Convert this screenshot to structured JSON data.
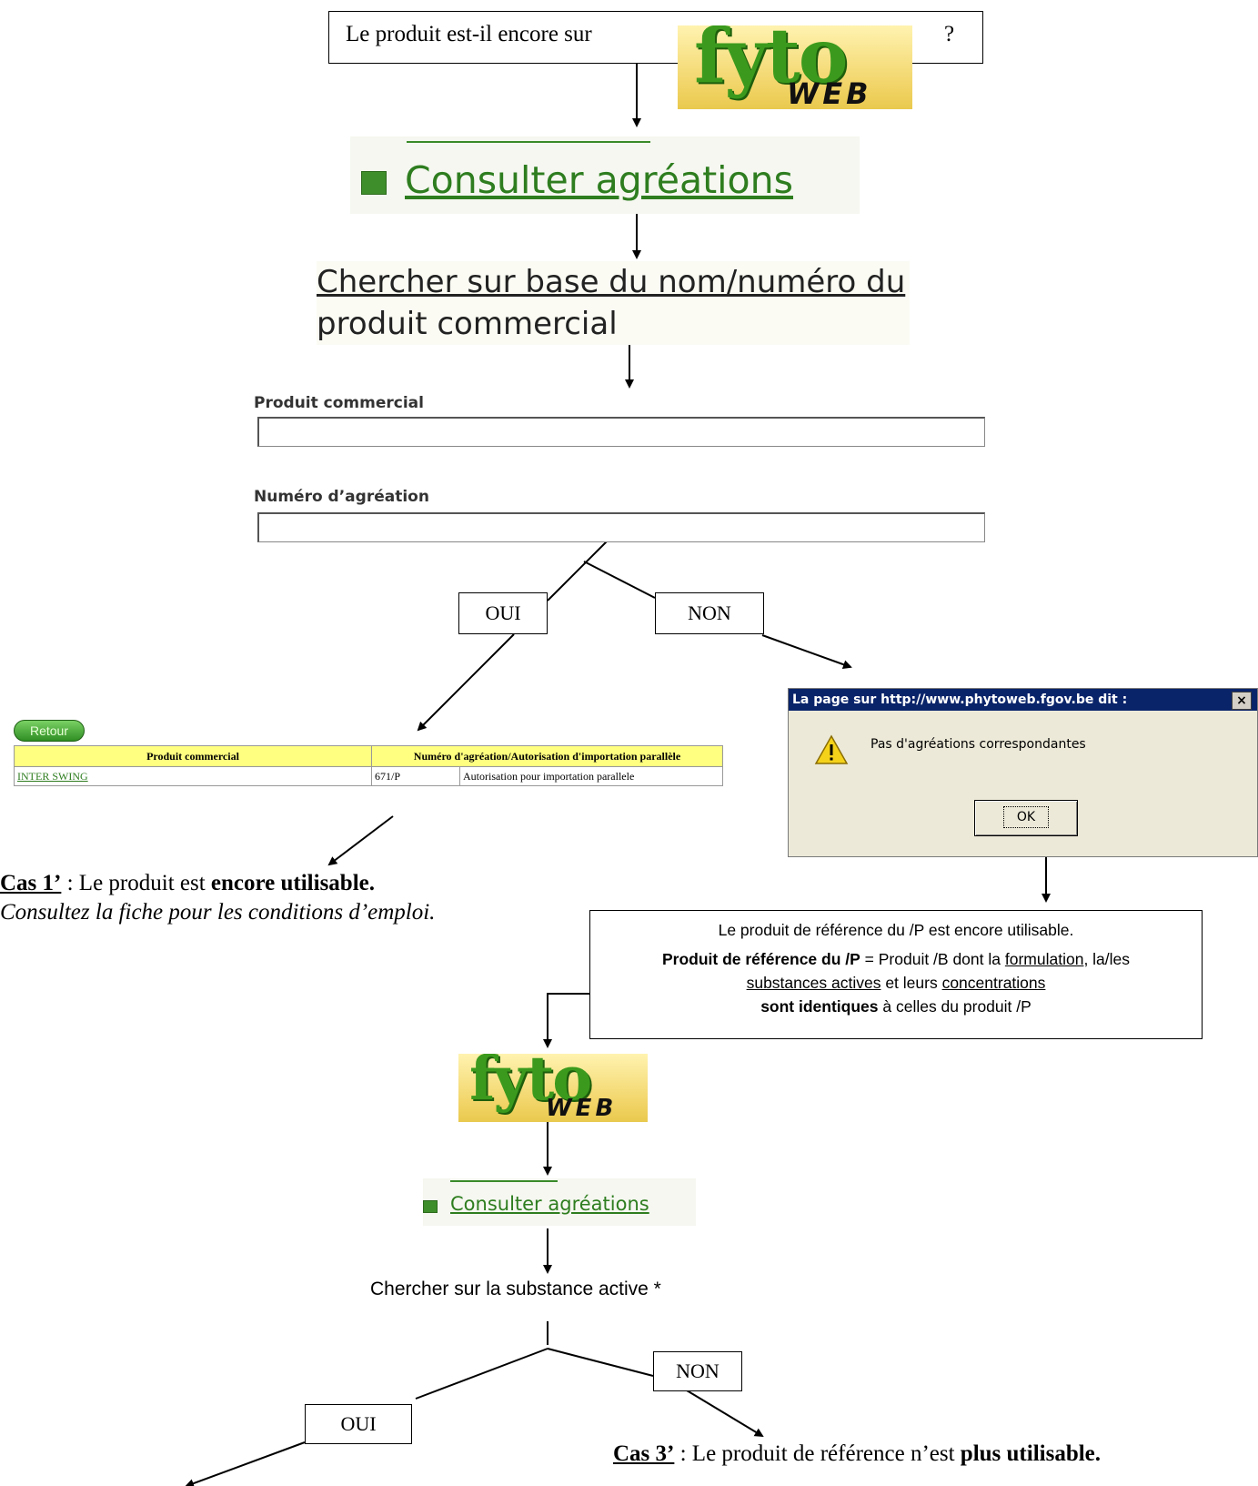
{
  "top_question": {
    "text": "Le produit est-il encore sur",
    "suffix": "?"
  },
  "logo": {
    "fyto": "fyto",
    "web": "WEB"
  },
  "consult_label": "Consulter agréations",
  "search_name_link": {
    "line1": "Chercher sur base du nom/numéro du",
    "line2": "produit commercial"
  },
  "form": {
    "product_label": "Produit commercial",
    "product_value": "",
    "number_label": "Numéro d’agréation",
    "number_value": ""
  },
  "branch1": {
    "yes": "OUI",
    "no": "NON"
  },
  "results": {
    "back_button": "Retour",
    "headers": [
      "Produit commercial",
      "Numéro d'agréation/Autorisation d'importation parallèle"
    ],
    "rows": [
      {
        "product": "INTER SWING",
        "number": "671/P",
        "type": "Autorisation pour importation parallele"
      }
    ]
  },
  "dialog": {
    "title": "La page sur http://www.phytoweb.fgov.be dit :",
    "message": "Pas d'agréations correspondantes",
    "ok": "OK"
  },
  "case1": {
    "label": "Cas 1’",
    "text_a": " : Le produit est ",
    "text_b": "encore utilisable.",
    "text_c": "Consultez la fiche pour les conditions d’emploi."
  },
  "reference_box": {
    "line1": "Le produit de référence du /P est encore utilisable.",
    "def_bold": "Produit de référence du /P",
    "def_a": " = Produit /B dont la ",
    "formulation": "formulation",
    "def_b": ", la/les",
    "substances": "substances actives",
    "def_c": " et leurs ",
    "concentrations": "concentrations",
    "identical_bold": "sont identiques",
    "def_d": " à celles du produit /P"
  },
  "search_substance": "Chercher sur la substance active *",
  "branch2": {
    "yes": "OUI",
    "no": "NON"
  },
  "case3": {
    "label": "Cas 3’",
    "text_a": " : Le produit de référence n’est ",
    "text_b": "plus utilisable."
  }
}
